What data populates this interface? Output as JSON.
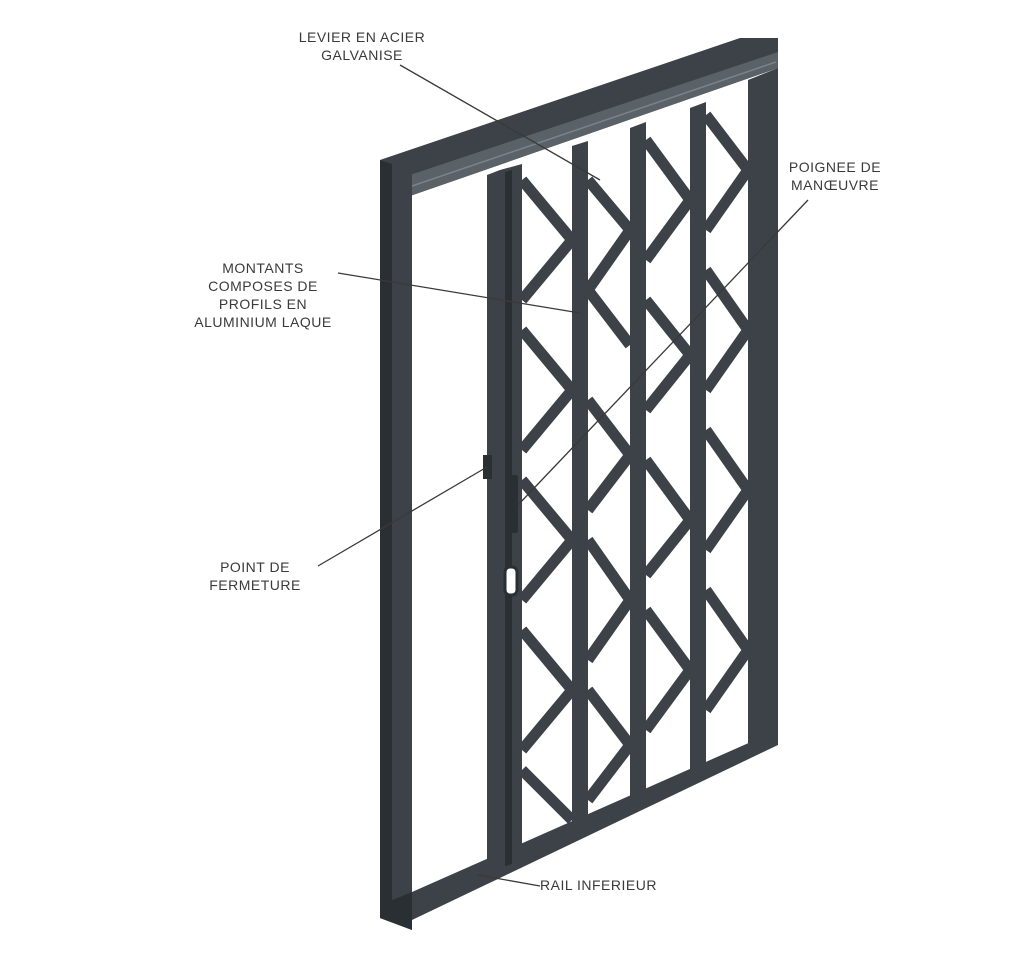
{
  "labels": {
    "levier": [
      "LEVIER EN ACIER",
      "GALVANISE"
    ],
    "poignee": [
      "POIGNEE DE",
      "MANŒUVRE"
    ],
    "montants": [
      "MONTANTS",
      "COMPOSES DE",
      "PROFILS EN",
      "ALUMINIUM LAQUE"
    ],
    "point": [
      "POINT DE",
      "FERMETURE"
    ],
    "rail": [
      "RAIL INFERIEUR"
    ]
  },
  "colors": {
    "frame": "#3c4247",
    "frame_shade": "#2a2f33",
    "frame_light": "#5a6167",
    "leader": "#3a3a3a",
    "text": "#3a3a3a"
  }
}
